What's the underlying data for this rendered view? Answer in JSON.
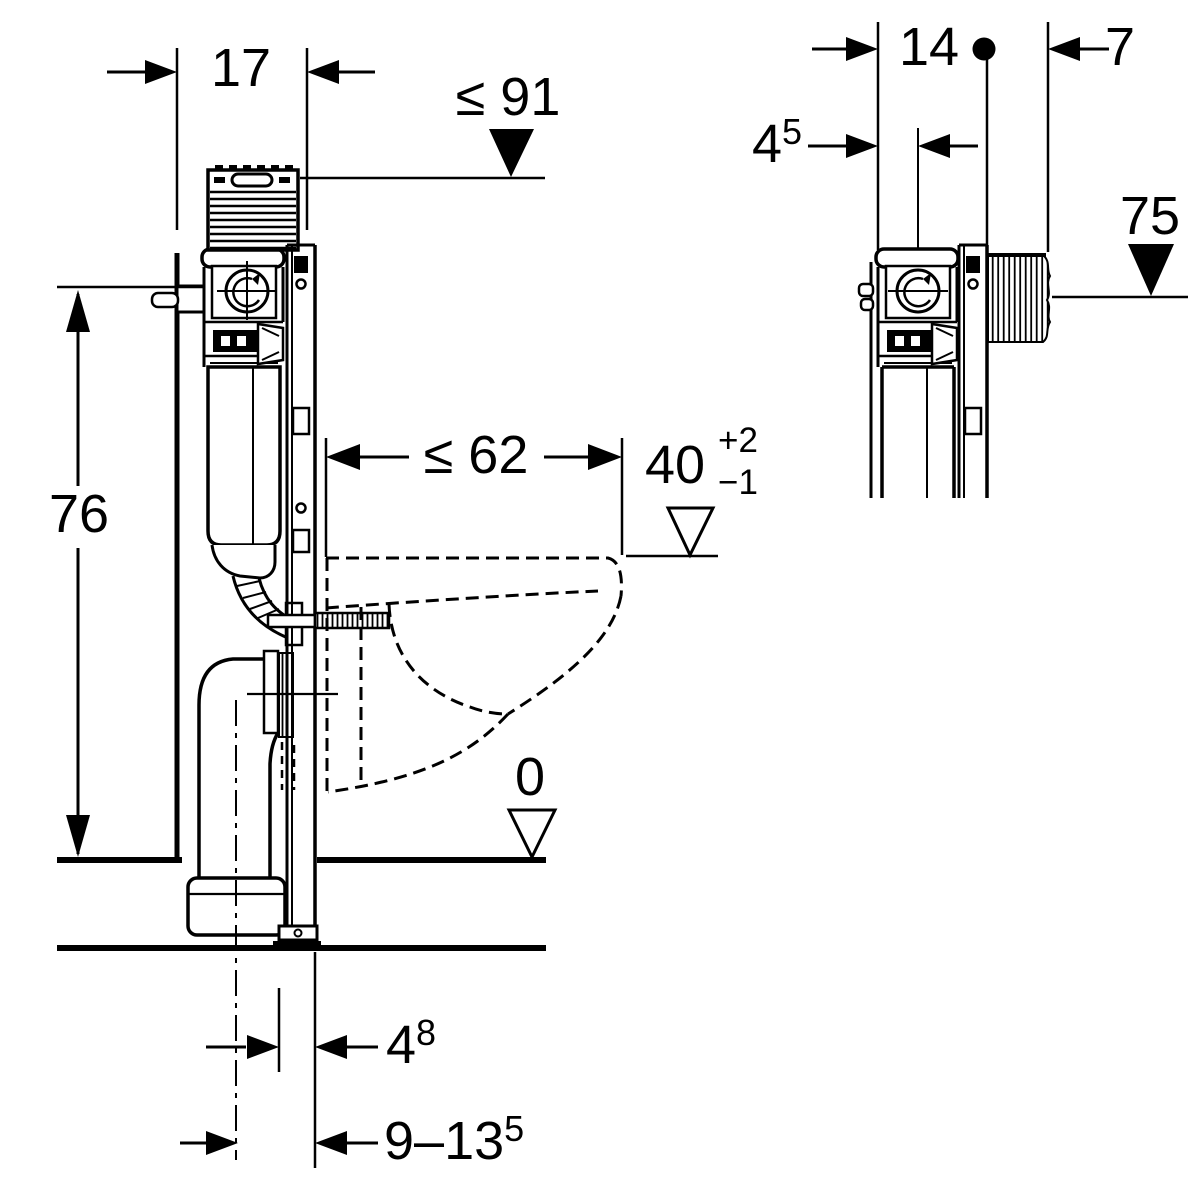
{
  "document": {
    "description": "Side-view installation dimension drawing of a concealed cistern frame element with wall-hung WC (main view) and top detail view",
    "ink": "#000000",
    "paper": "#ffffff"
  },
  "main_view": {
    "dim_frame_top_depth": "17",
    "dim_top_level_max": "≤ 91",
    "dim_connection_height": "76",
    "dim_pan_depth_max": "≤ 62",
    "pan_top_level": {
      "value": "40",
      "tol_plus": "+2",
      "tol_minus": "−1"
    },
    "floor_level": "0",
    "dim_outlet_offset": {
      "value": "4",
      "sup": "8"
    },
    "dim_outlet_range": {
      "value": "9–13",
      "sup": "5"
    }
  },
  "detail_view": {
    "dim_element_depth": "14",
    "dim_wall_finish": "7",
    "dim_valve_offset": {
      "value": "4",
      "sup": "5"
    },
    "dim_actuation_level": "75"
  }
}
